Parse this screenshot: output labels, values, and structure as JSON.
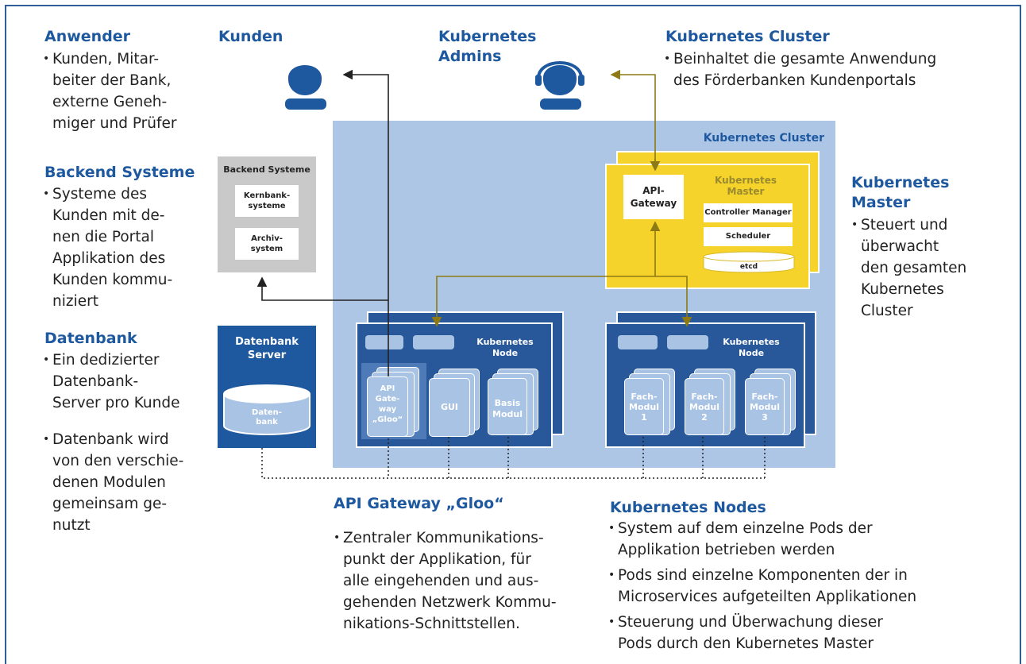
{
  "colors": {
    "accent": "#1e59a0",
    "dark_blue": "#28589a",
    "light_blue": "#aec6e6",
    "yellow": "#f6d32b",
    "olive_line": "#8d7a15",
    "gray": "#c9c9c9"
  },
  "left": {
    "anwender_title": "Anwender",
    "anwender_lines": [
      "Kunden, Mitar-",
      "beiter der Bank,",
      "externe Geneh-",
      "miger und Prüfer"
    ],
    "backend_title": "Backend Systeme",
    "backend_lines": [
      "Systeme des",
      "Kunden mit de-",
      "nen die Portal",
      "Applikation des",
      "Kunden kommu-",
      "niziert"
    ],
    "datenbank_title": "Datenbank",
    "datenbank_b1": [
      "Ein dedizierter",
      "Datenbank-",
      "Server pro Kunde"
    ],
    "datenbank_b2": [
      "Datenbank wird",
      "von den verschie-",
      "denen Modulen",
      "gemeinsam ge-",
      "nutzt"
    ]
  },
  "top": {
    "kunden": "Kunden",
    "admins": [
      "Kubernetes",
      "Admins"
    ],
    "cluster_title": "Kubernetes Cluster",
    "cluster_lines": [
      "Beinhaltet die gesamte Anwendung",
      "des Förderbanken Kundenportals"
    ]
  },
  "right": {
    "master_title": [
      "Kubernetes",
      "Master"
    ],
    "master_lines": [
      "Steuert und",
      "überwacht",
      "den gesamten",
      "Kubernetes",
      "Cluster"
    ]
  },
  "diagram": {
    "cluster_label": "Kubernetes Cluster",
    "backend_box_title": "Backend Systeme",
    "kernbank": [
      "Kernbank-",
      "systeme"
    ],
    "archiv": [
      "Archiv-",
      "system"
    ],
    "db_server": [
      "Datenbank",
      "Server"
    ],
    "db_cyl": [
      "Daten-",
      "bank"
    ],
    "master_label": [
      "Kubernetes",
      "Master"
    ],
    "api_gateway": [
      "API-",
      "Gateway"
    ],
    "controller_manager": "Controller Manager",
    "scheduler": "Scheduler",
    "etcd": "etcd",
    "node_label": [
      "Kubernetes",
      "Node"
    ],
    "pod_gloo": [
      "API",
      "Gate-",
      "way",
      "„Gloo“"
    ],
    "pod_gui": "GUI",
    "pod_basis": [
      "Basis",
      "Modul"
    ],
    "pod_fach1": [
      "Fach-",
      "Modul",
      "1"
    ],
    "pod_fach2": [
      "Fach-",
      "Modul",
      "2"
    ],
    "pod_fach3": [
      "Fach-",
      "Modul",
      "3"
    ]
  },
  "bottom": {
    "gloo_title": "API Gateway „Gloo“",
    "gloo_lines": [
      "Zentraler Kommunikations-",
      "punkt der Applikation, für",
      "alle eingehenden und aus-",
      "gehenden Netzwerk Kommu-",
      "nikations-Schnittstellen."
    ],
    "nodes_title": "Kubernetes Nodes",
    "nodes_b1": [
      "System auf dem einzelne Pods der",
      "Applikation betrieben werden"
    ],
    "nodes_b2": [
      "Pods sind einzelne Komponenten der in",
      "Microservices aufgeteilten Applikationen"
    ],
    "nodes_b3": [
      "Steuerung und Überwachung dieser",
      "Pods durch den Kubernetes Master"
    ]
  }
}
